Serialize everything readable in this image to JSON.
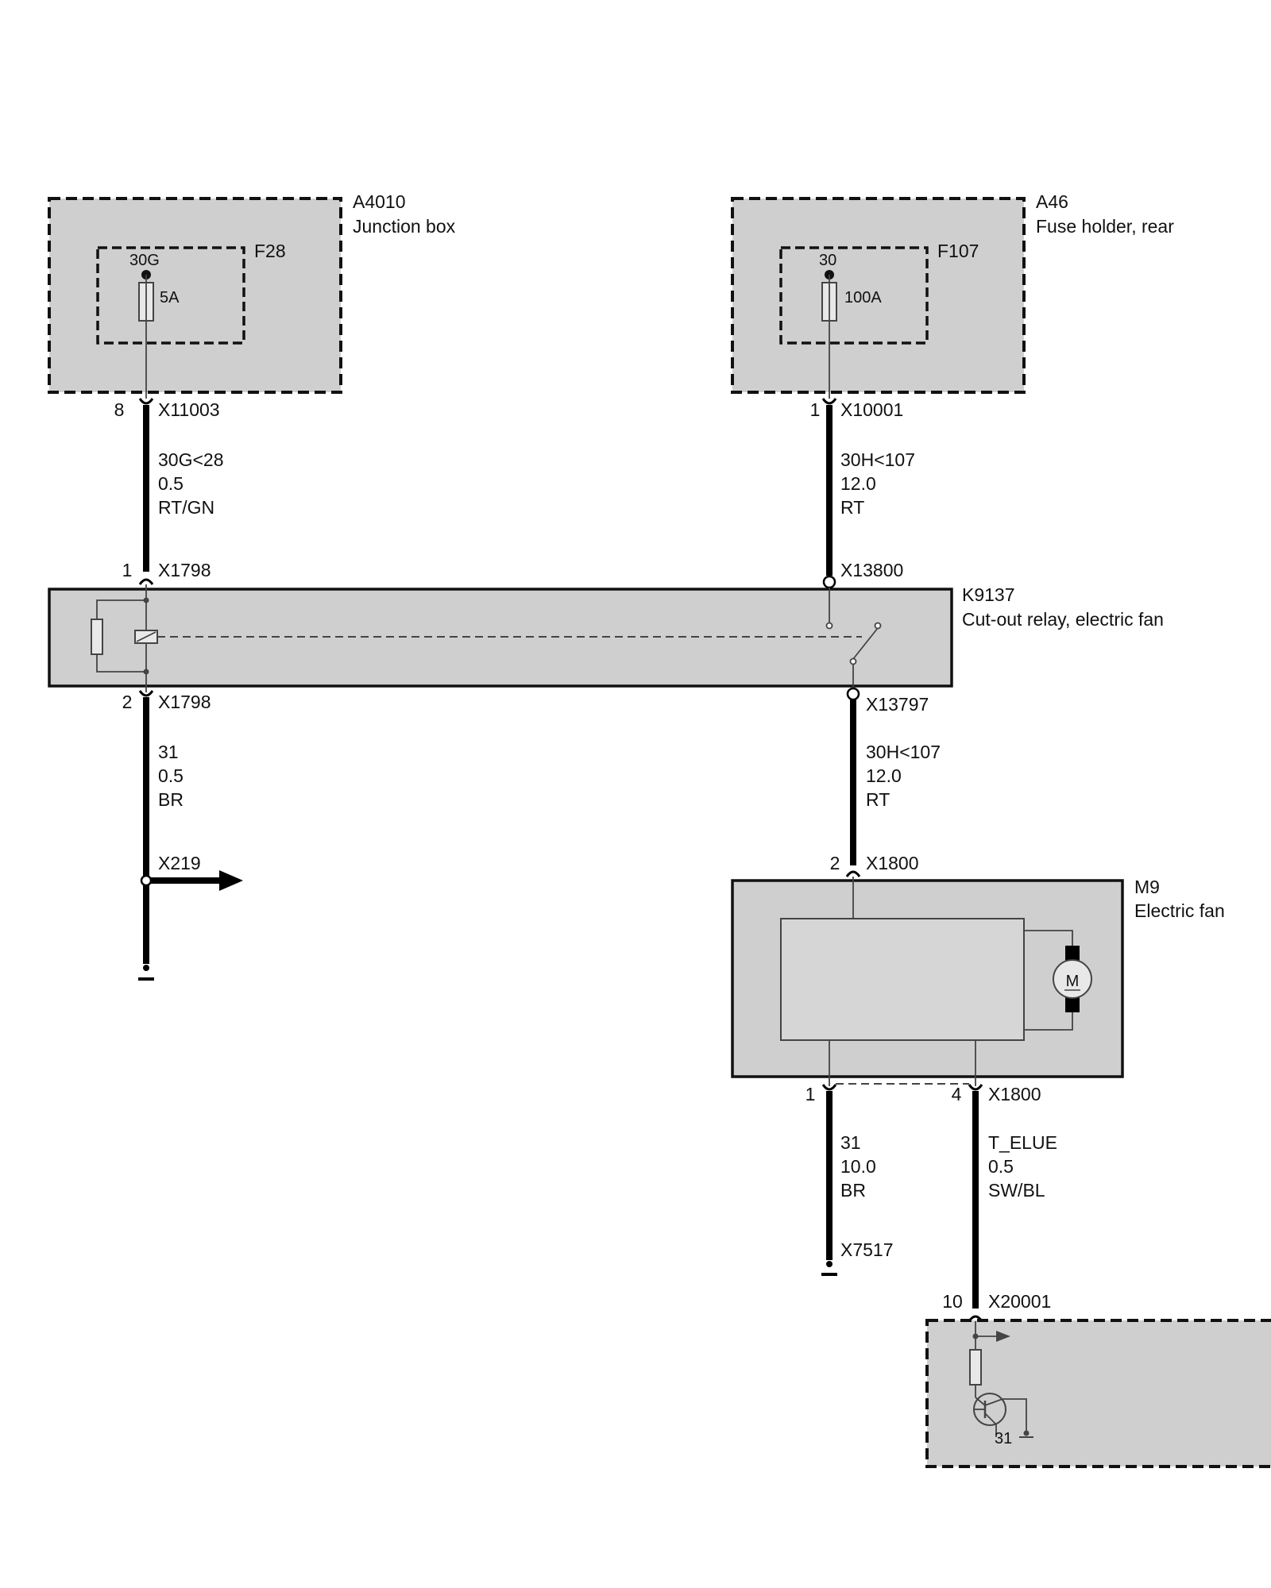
{
  "components": {
    "a4010": {
      "id": "A4010",
      "name": "Junction box",
      "fuse_id": "F28",
      "terminal": "30G",
      "rating": "5A"
    },
    "a46": {
      "id": "A46",
      "name": "Fuse holder, rear",
      "fuse_id": "F107",
      "terminal": "30",
      "rating": "100A"
    },
    "k9137": {
      "id": "K9137",
      "name": "Cut-out relay, electric fan"
    },
    "m9": {
      "id": "M9",
      "name": "Electric fan",
      "motor_symbol": "M"
    },
    "ecu": {
      "ground_label": "31"
    }
  },
  "connectors": {
    "x11003": {
      "pin": "8",
      "id": "X11003"
    },
    "x10001": {
      "pin": "1",
      "id": "X10001"
    },
    "x1798_top": {
      "pin": "1",
      "id": "X1798"
    },
    "x13800": {
      "id": "X13800"
    },
    "x1798_bottom": {
      "pin": "2",
      "id": "X1798"
    },
    "x13797": {
      "id": "X13797"
    },
    "x219": {
      "id": "X219"
    },
    "x1800_top": {
      "pin": "2",
      "id": "X1800"
    },
    "x1800_bottom": {
      "pin_left": "1",
      "pin_right": "4",
      "id": "X1800"
    },
    "x7517": {
      "id": "X7517"
    },
    "x20001": {
      "pin": "10",
      "id": "X20001"
    }
  },
  "wires": {
    "w1": {
      "signal": "30G<28",
      "size": "0.5",
      "color": "RT/GN"
    },
    "w2": {
      "signal": "30H<107",
      "size": "12.0",
      "color": "RT"
    },
    "w3": {
      "signal": "31",
      "size": "0.5",
      "color": "BR"
    },
    "w4": {
      "signal": "30H<107",
      "size": "12.0",
      "color": "RT"
    },
    "w5": {
      "signal": "31",
      "size": "10.0",
      "color": "BR"
    },
    "w6": {
      "signal": "T_ELUE",
      "size": "0.5",
      "color": "SW/BL"
    }
  }
}
